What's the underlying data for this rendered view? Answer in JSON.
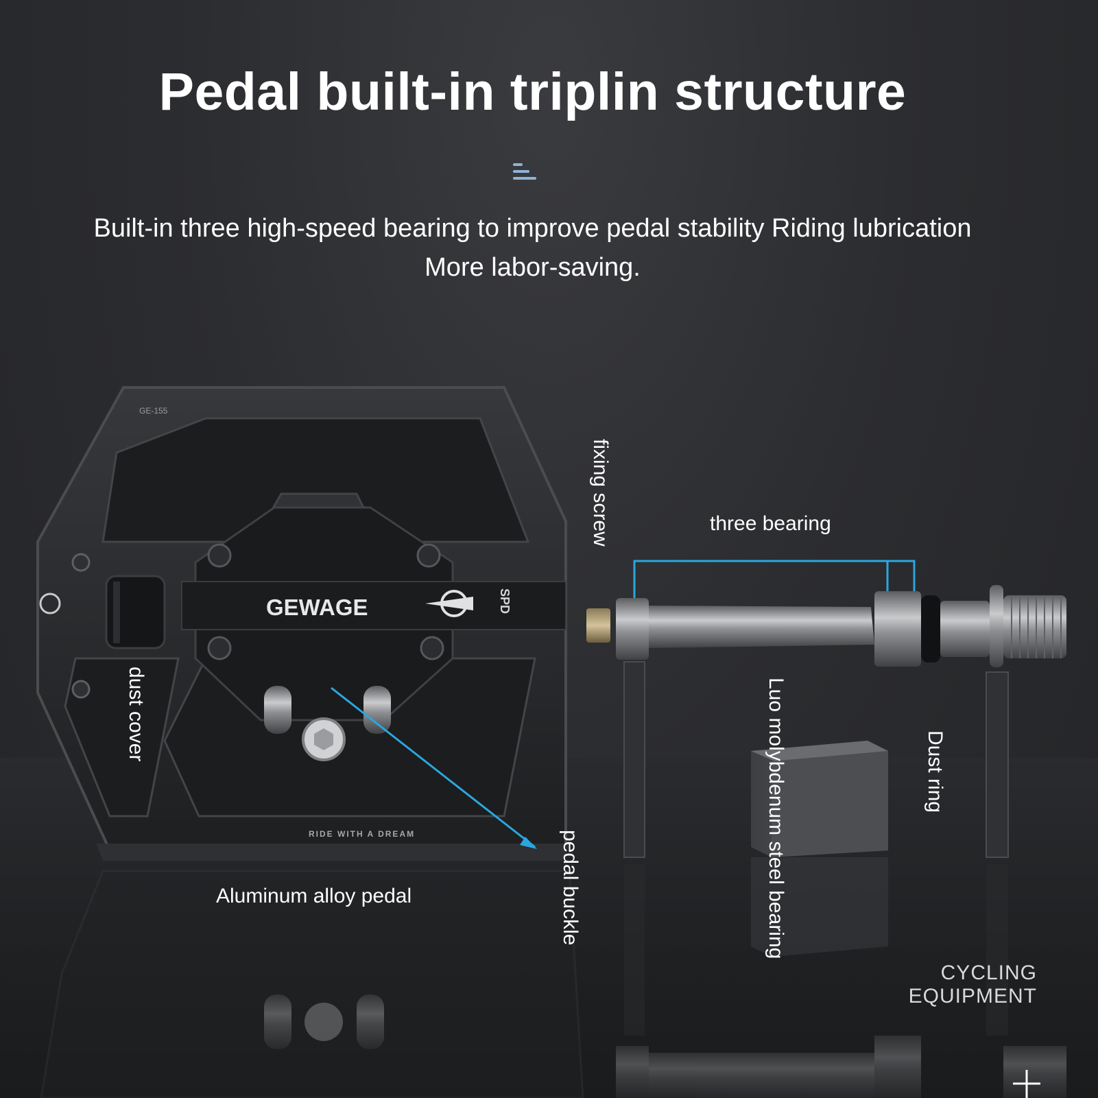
{
  "header": {
    "title": "Pedal built-in triplin structure",
    "subtitle_line1": "Built-in three high-speed bearing to improve pedal stability Riding lubrication",
    "subtitle_line2": "More labor-saving."
  },
  "labels": {
    "fixing_screw": "fixing screw",
    "three_bearing": "three bearing",
    "dust_cover": "dust cover",
    "luo_bearing": "Luo molybdenum steel bearing",
    "dust_ring": "Dust ring",
    "pedal_buckle": "pedal buckle",
    "aluminum_pedal": "Aluminum alloy pedal"
  },
  "pedal_markings": {
    "model": "GE-155",
    "brand": "GEWAGE",
    "spd": "SPD",
    "slogan": "RIDE WITH A DREAM"
  },
  "corner_brand": {
    "line1": "CYCLING",
    "line2": "EQUIPMENT"
  },
  "colors": {
    "background": "#2b2c2f",
    "accent_line": "#2aa7e0",
    "menu_icon": "#8fb3d6",
    "text": "#ffffff"
  },
  "icons": [
    "menu-icon",
    "brand-logo-icon",
    "plus-icon"
  ]
}
